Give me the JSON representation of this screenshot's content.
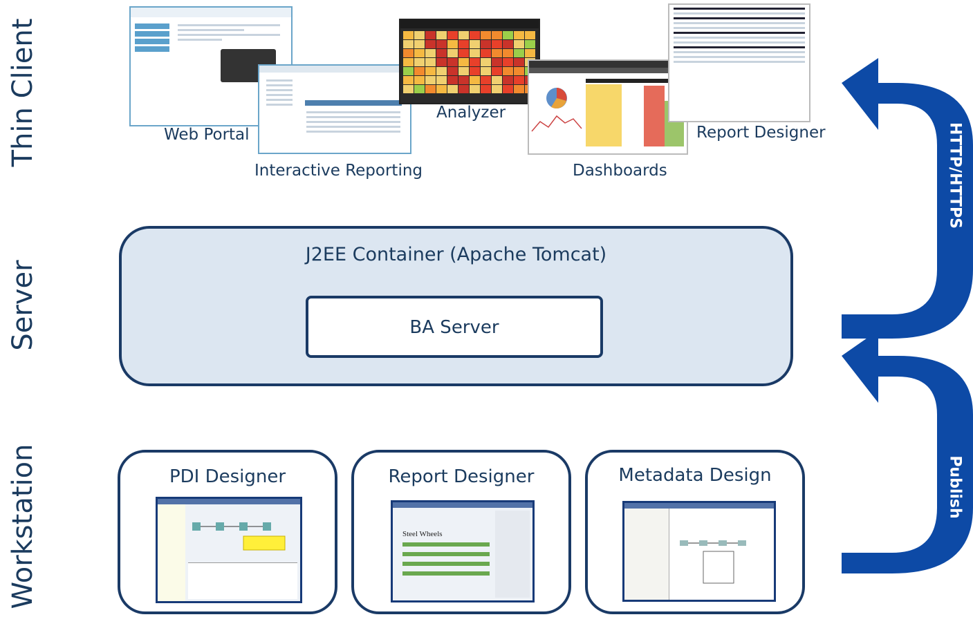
{
  "tiers": {
    "thin_client": "Thin Client",
    "server": "Server",
    "workstation": "Workstation"
  },
  "thin_client_apps": {
    "web_portal": "Web Portal",
    "interactive_reporting": "Interactive Reporting",
    "analyzer": "Analyzer",
    "dashboards": "Dashboards",
    "report_designer": "Report Designer"
  },
  "server": {
    "container_title": "J2EE Container (Apache Tomcat)",
    "ba_server": "BA Server"
  },
  "workstation_tools": {
    "pdi_designer": "PDI Designer",
    "report_designer": "Report Designer",
    "metadata_design": "Metadata Design",
    "steel_wheels": "Steel Wheels"
  },
  "arrows": {
    "top": "HTTP/HTTPS",
    "bottom": "Publish"
  },
  "colors": {
    "navy": "#1a3a66",
    "arrow_blue": "#0d4aa6",
    "server_fill": "#dce6f1"
  }
}
